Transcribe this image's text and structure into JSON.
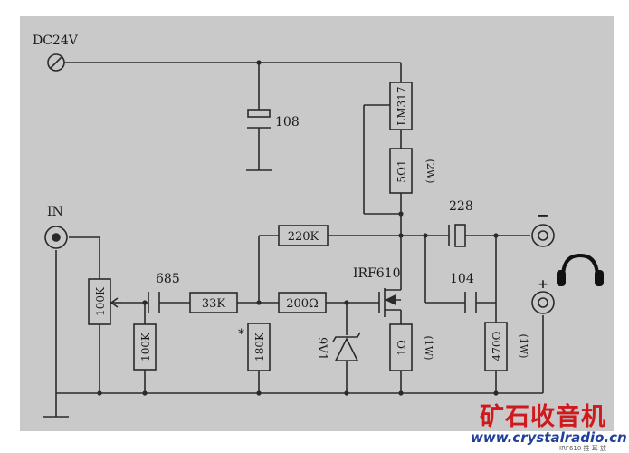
{
  "labels": {
    "supply": "DC24V",
    "input": "IN",
    "regulator": "LM317",
    "cap_top": "108",
    "r_5ohm": "5Ω1",
    "r_5ohm_power": "(2W)",
    "r_220k": "220K",
    "cap_228": "228",
    "mosfet": "IRF610",
    "cap_685": "685",
    "r_33k": "33K",
    "r_200": "200Ω",
    "cap_104": "104",
    "pot_100k": "100K",
    "r_100k": "100K",
    "r_180k": "180K",
    "r_180k_mark": "*",
    "zener": "9V1",
    "r_1ohm": "1Ω",
    "r_1ohm_power": "(1W)",
    "r_470": "470Ω",
    "r_470_power": "(1W)",
    "minus": "−",
    "plus": "+"
  },
  "watermark": {
    "title": "矿石收音机",
    "url": "www.crystalradio.cn",
    "small": "IRF610 推 耳 放"
  },
  "colors": {
    "paper": "#c9c9c9",
    "line": "#2a2a2a",
    "watermark_red": "#d0191d",
    "watermark_blue": "#1f3f9a"
  }
}
